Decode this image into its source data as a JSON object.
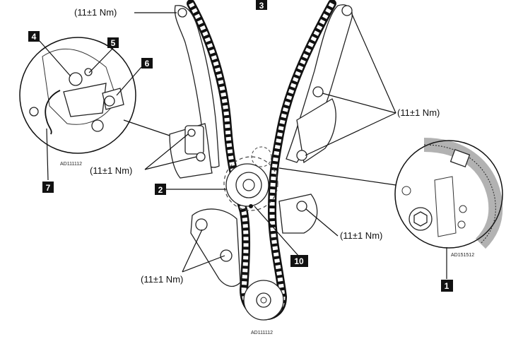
{
  "callouts": {
    "c1": "1",
    "c2": "2",
    "c3": "3",
    "c4": "4",
    "c5": "5",
    "c6": "6",
    "c7": "7",
    "c10": "10"
  },
  "torque": {
    "top": "(11±1 Nm)",
    "right_upper": "(11±1 Nm)",
    "left_mid": "(11±1 Nm)",
    "right_lower": "(11±1 Nm)",
    "left_lower": "(11±1 Nm)"
  },
  "codes": {
    "left_inset": "AD111112",
    "right_inset": "AD151512",
    "bottom": "AD111112"
  }
}
